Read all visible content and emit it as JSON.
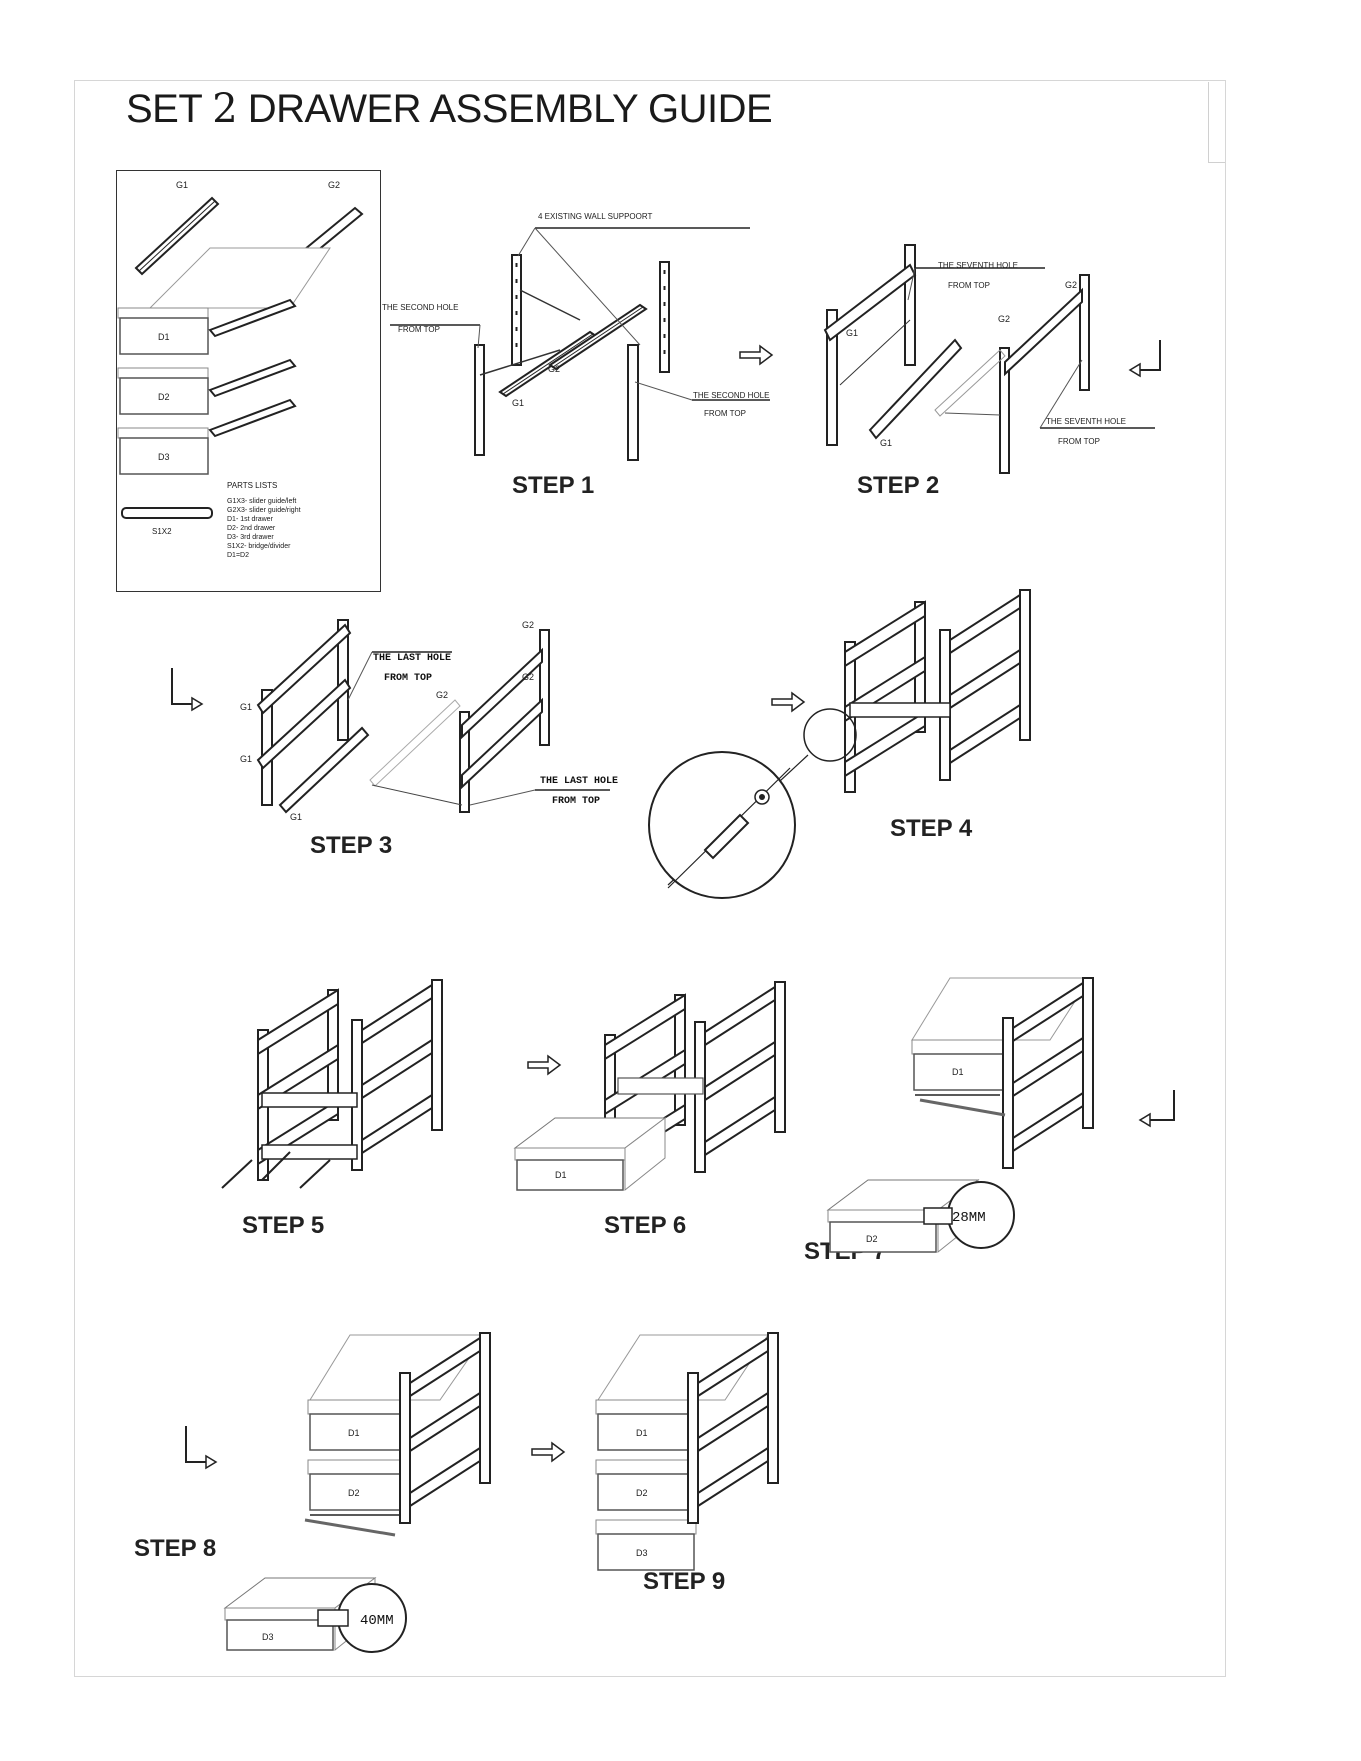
{
  "document": {
    "title_prefix": "SET ",
    "title_number": "2",
    "title_suffix": " DRAWER ASSEMBLY GUIDE"
  },
  "parts": {
    "g1_label": "G1",
    "g2_label": "G2",
    "d1_label": "D1",
    "d2_label": "D2",
    "d3_label": "D3",
    "s1_label": "S1X2",
    "list_title": "PARTS LISTS",
    "list_items": [
      "G1X3- slider guide/left",
      "G2X3- slider guide/right",
      "D1- 1st drawer",
      "D2- 2nd drawer",
      "D3- 3rd drawer",
      "S1X2- bridge/divider",
      "D1=D2"
    ]
  },
  "steps": {
    "s1": "STEP 1",
    "s2": "STEP 2",
    "s3": "STEP 3",
    "s4": "STEP 4",
    "s5": "STEP 5",
    "s6": "STEP 6",
    "s7": "STEP 7",
    "s8": "STEP 8",
    "s9": "STEP 9"
  },
  "callouts": {
    "wall_support": "4 EXISTING WALL SUPPOORT",
    "second_hole": "THE SECOND HOLE",
    "from_top": "FROM TOP",
    "seventh_hole": "THE SEVENTH HOLE",
    "last_hole": "THE LAST HOLE",
    "from_top_hand": "FROM TOP",
    "gap_28": "28MM",
    "gap_40": "40MM"
  },
  "icons": {
    "arrow_right": "arrow-right-icon",
    "arrow_return_left": "arrow-return-left-icon",
    "arrow_turn_right": "arrow-turn-right-icon"
  }
}
